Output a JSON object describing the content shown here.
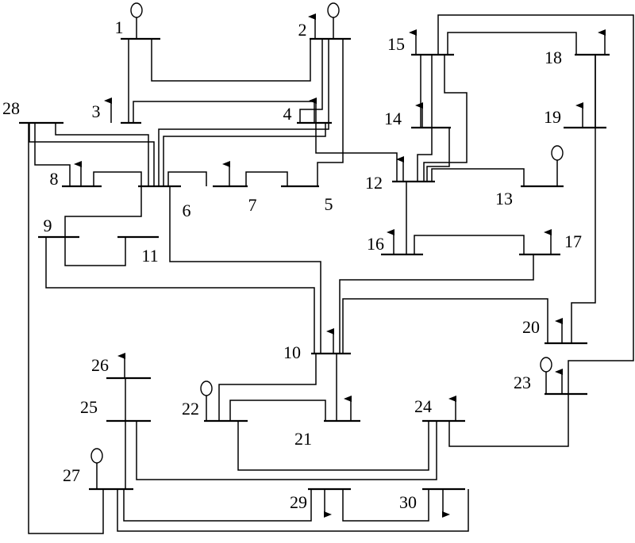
{
  "diagram": {
    "buses": [
      {
        "id": "1",
        "label": "1",
        "generator": true,
        "load": "none"
      },
      {
        "id": "2",
        "label": "2",
        "generator": true,
        "load": "up"
      },
      {
        "id": "3",
        "label": "3",
        "generator": false,
        "load": "up"
      },
      {
        "id": "4",
        "label": "4",
        "generator": false,
        "load": "up"
      },
      {
        "id": "5",
        "label": "5",
        "generator": false,
        "load": "none"
      },
      {
        "id": "6",
        "label": "6",
        "generator": false,
        "load": "none"
      },
      {
        "id": "7",
        "label": "7",
        "generator": false,
        "load": "up"
      },
      {
        "id": "8",
        "label": "8",
        "generator": false,
        "load": "up"
      },
      {
        "id": "9",
        "label": "9",
        "generator": false,
        "load": "none"
      },
      {
        "id": "10",
        "label": "10",
        "generator": false,
        "load": "up"
      },
      {
        "id": "11",
        "label": "11",
        "generator": false,
        "load": "none"
      },
      {
        "id": "12",
        "label": "12",
        "generator": false,
        "load": "up"
      },
      {
        "id": "13",
        "label": "13",
        "generator": true,
        "load": "none"
      },
      {
        "id": "14",
        "label": "14",
        "generator": false,
        "load": "up"
      },
      {
        "id": "15",
        "label": "15",
        "generator": false,
        "load": "up"
      },
      {
        "id": "16",
        "label": "16",
        "generator": false,
        "load": "up"
      },
      {
        "id": "17",
        "label": "17",
        "generator": false,
        "load": "up"
      },
      {
        "id": "18",
        "label": "18",
        "generator": false,
        "load": "up"
      },
      {
        "id": "19",
        "label": "19",
        "generator": false,
        "load": "up"
      },
      {
        "id": "20",
        "label": "20",
        "generator": false,
        "load": "up"
      },
      {
        "id": "21",
        "label": "21",
        "generator": false,
        "load": "up"
      },
      {
        "id": "22",
        "label": "22",
        "generator": true,
        "load": "none"
      },
      {
        "id": "23",
        "label": "23",
        "generator": true,
        "load": "up"
      },
      {
        "id": "24",
        "label": "24",
        "generator": false,
        "load": "up"
      },
      {
        "id": "25",
        "label": "25",
        "generator": false,
        "load": "none"
      },
      {
        "id": "26",
        "label": "26",
        "generator": false,
        "load": "up"
      },
      {
        "id": "27",
        "label": "27",
        "generator": true,
        "load": "none"
      },
      {
        "id": "28",
        "label": "28",
        "generator": false,
        "load": "none"
      },
      {
        "id": "29",
        "label": "29",
        "generator": false,
        "load": "down"
      },
      {
        "id": "30",
        "label": "30",
        "generator": false,
        "load": "down"
      }
    ],
    "lines": [
      {
        "from": "1",
        "to": "2"
      },
      {
        "from": "1",
        "to": "3"
      },
      {
        "from": "2",
        "to": "4"
      },
      {
        "from": "3",
        "to": "4"
      },
      {
        "from": "2",
        "to": "5"
      },
      {
        "from": "2",
        "to": "6"
      },
      {
        "from": "4",
        "to": "6"
      },
      {
        "from": "5",
        "to": "7"
      },
      {
        "from": "6",
        "to": "7"
      },
      {
        "from": "6",
        "to": "8"
      },
      {
        "from": "6",
        "to": "9"
      },
      {
        "from": "6",
        "to": "10"
      },
      {
        "from": "9",
        "to": "11"
      },
      {
        "from": "9",
        "to": "10"
      },
      {
        "from": "4",
        "to": "12"
      },
      {
        "from": "12",
        "to": "13"
      },
      {
        "from": "12",
        "to": "14"
      },
      {
        "from": "12",
        "to": "15"
      },
      {
        "from": "12",
        "to": "16"
      },
      {
        "from": "14",
        "to": "15"
      },
      {
        "from": "16",
        "to": "17"
      },
      {
        "from": "15",
        "to": "18"
      },
      {
        "from": "18",
        "to": "19"
      },
      {
        "from": "19",
        "to": "20"
      },
      {
        "from": "10",
        "to": "20"
      },
      {
        "from": "10",
        "to": "17"
      },
      {
        "from": "10",
        "to": "21"
      },
      {
        "from": "10",
        "to": "22"
      },
      {
        "from": "21",
        "to": "22"
      },
      {
        "from": "15",
        "to": "23"
      },
      {
        "from": "22",
        "to": "24"
      },
      {
        "from": "23",
        "to": "24"
      },
      {
        "from": "24",
        "to": "25"
      },
      {
        "from": "25",
        "to": "26"
      },
      {
        "from": "25",
        "to": "27"
      },
      {
        "from": "28",
        "to": "27"
      },
      {
        "from": "27",
        "to": "29"
      },
      {
        "from": "27",
        "to": "30"
      },
      {
        "from": "29",
        "to": "30"
      },
      {
        "from": "8",
        "to": "28"
      },
      {
        "from": "6",
        "to": "28"
      }
    ]
  }
}
